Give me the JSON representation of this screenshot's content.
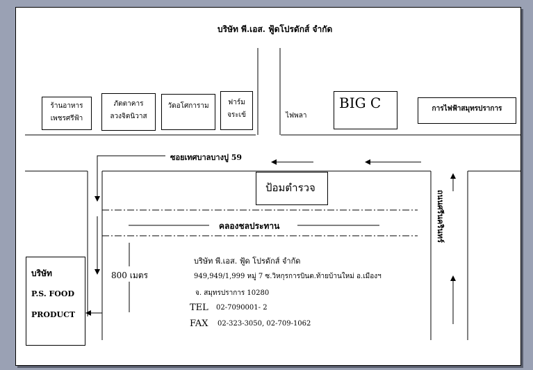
{
  "company_title": "บริษัท พี.เอส. ฟู้ดโปรดักส์ จำกัด",
  "landmarks": {
    "restaurant": [
      "ร้านอาหาร",
      "เพชรศรีฟ้า"
    ],
    "marriage_hall": [
      "ภัตตาคาร",
      "ลวงจิตนิวาส"
    ],
    "temple": "วัดอโศการาม",
    "farm": [
      "ฟาร์ม",
      "จระเข้"
    ],
    "plaza": "ไฟพลา",
    "big_c": "BIG C",
    "electricity": "การไฟฟ้าสมุทรปราการ",
    "police_box": "ป้อมตำรวจ"
  },
  "roads": {
    "soi": "ซอยเทศบาลบางปู 59",
    "canal": "คลองชลประทาน",
    "main_road": "ถนนศรีนครินทร์"
  },
  "distance": "800 เมตร",
  "company_box": {
    "line1": "บริษัท",
    "line2": "P.S. FOOD",
    "line3": "PRODUCT"
  },
  "address": {
    "name": "บริษัท พี.เอส. ฟู้ด โปรดักส์ จำกัด",
    "street": "949,949/1,999 หมู่ 7 ซ.วิหกุรการบินต.ท้ายบ้านใหม่ อ.เมืองฯ",
    "city": "จ. สมุทรปราการ  10280",
    "tel_label": "TEL",
    "tel": "02-7090001- 2",
    "fax_label": "FAX",
    "fax": "02-323-3050, 02-709-1062"
  }
}
